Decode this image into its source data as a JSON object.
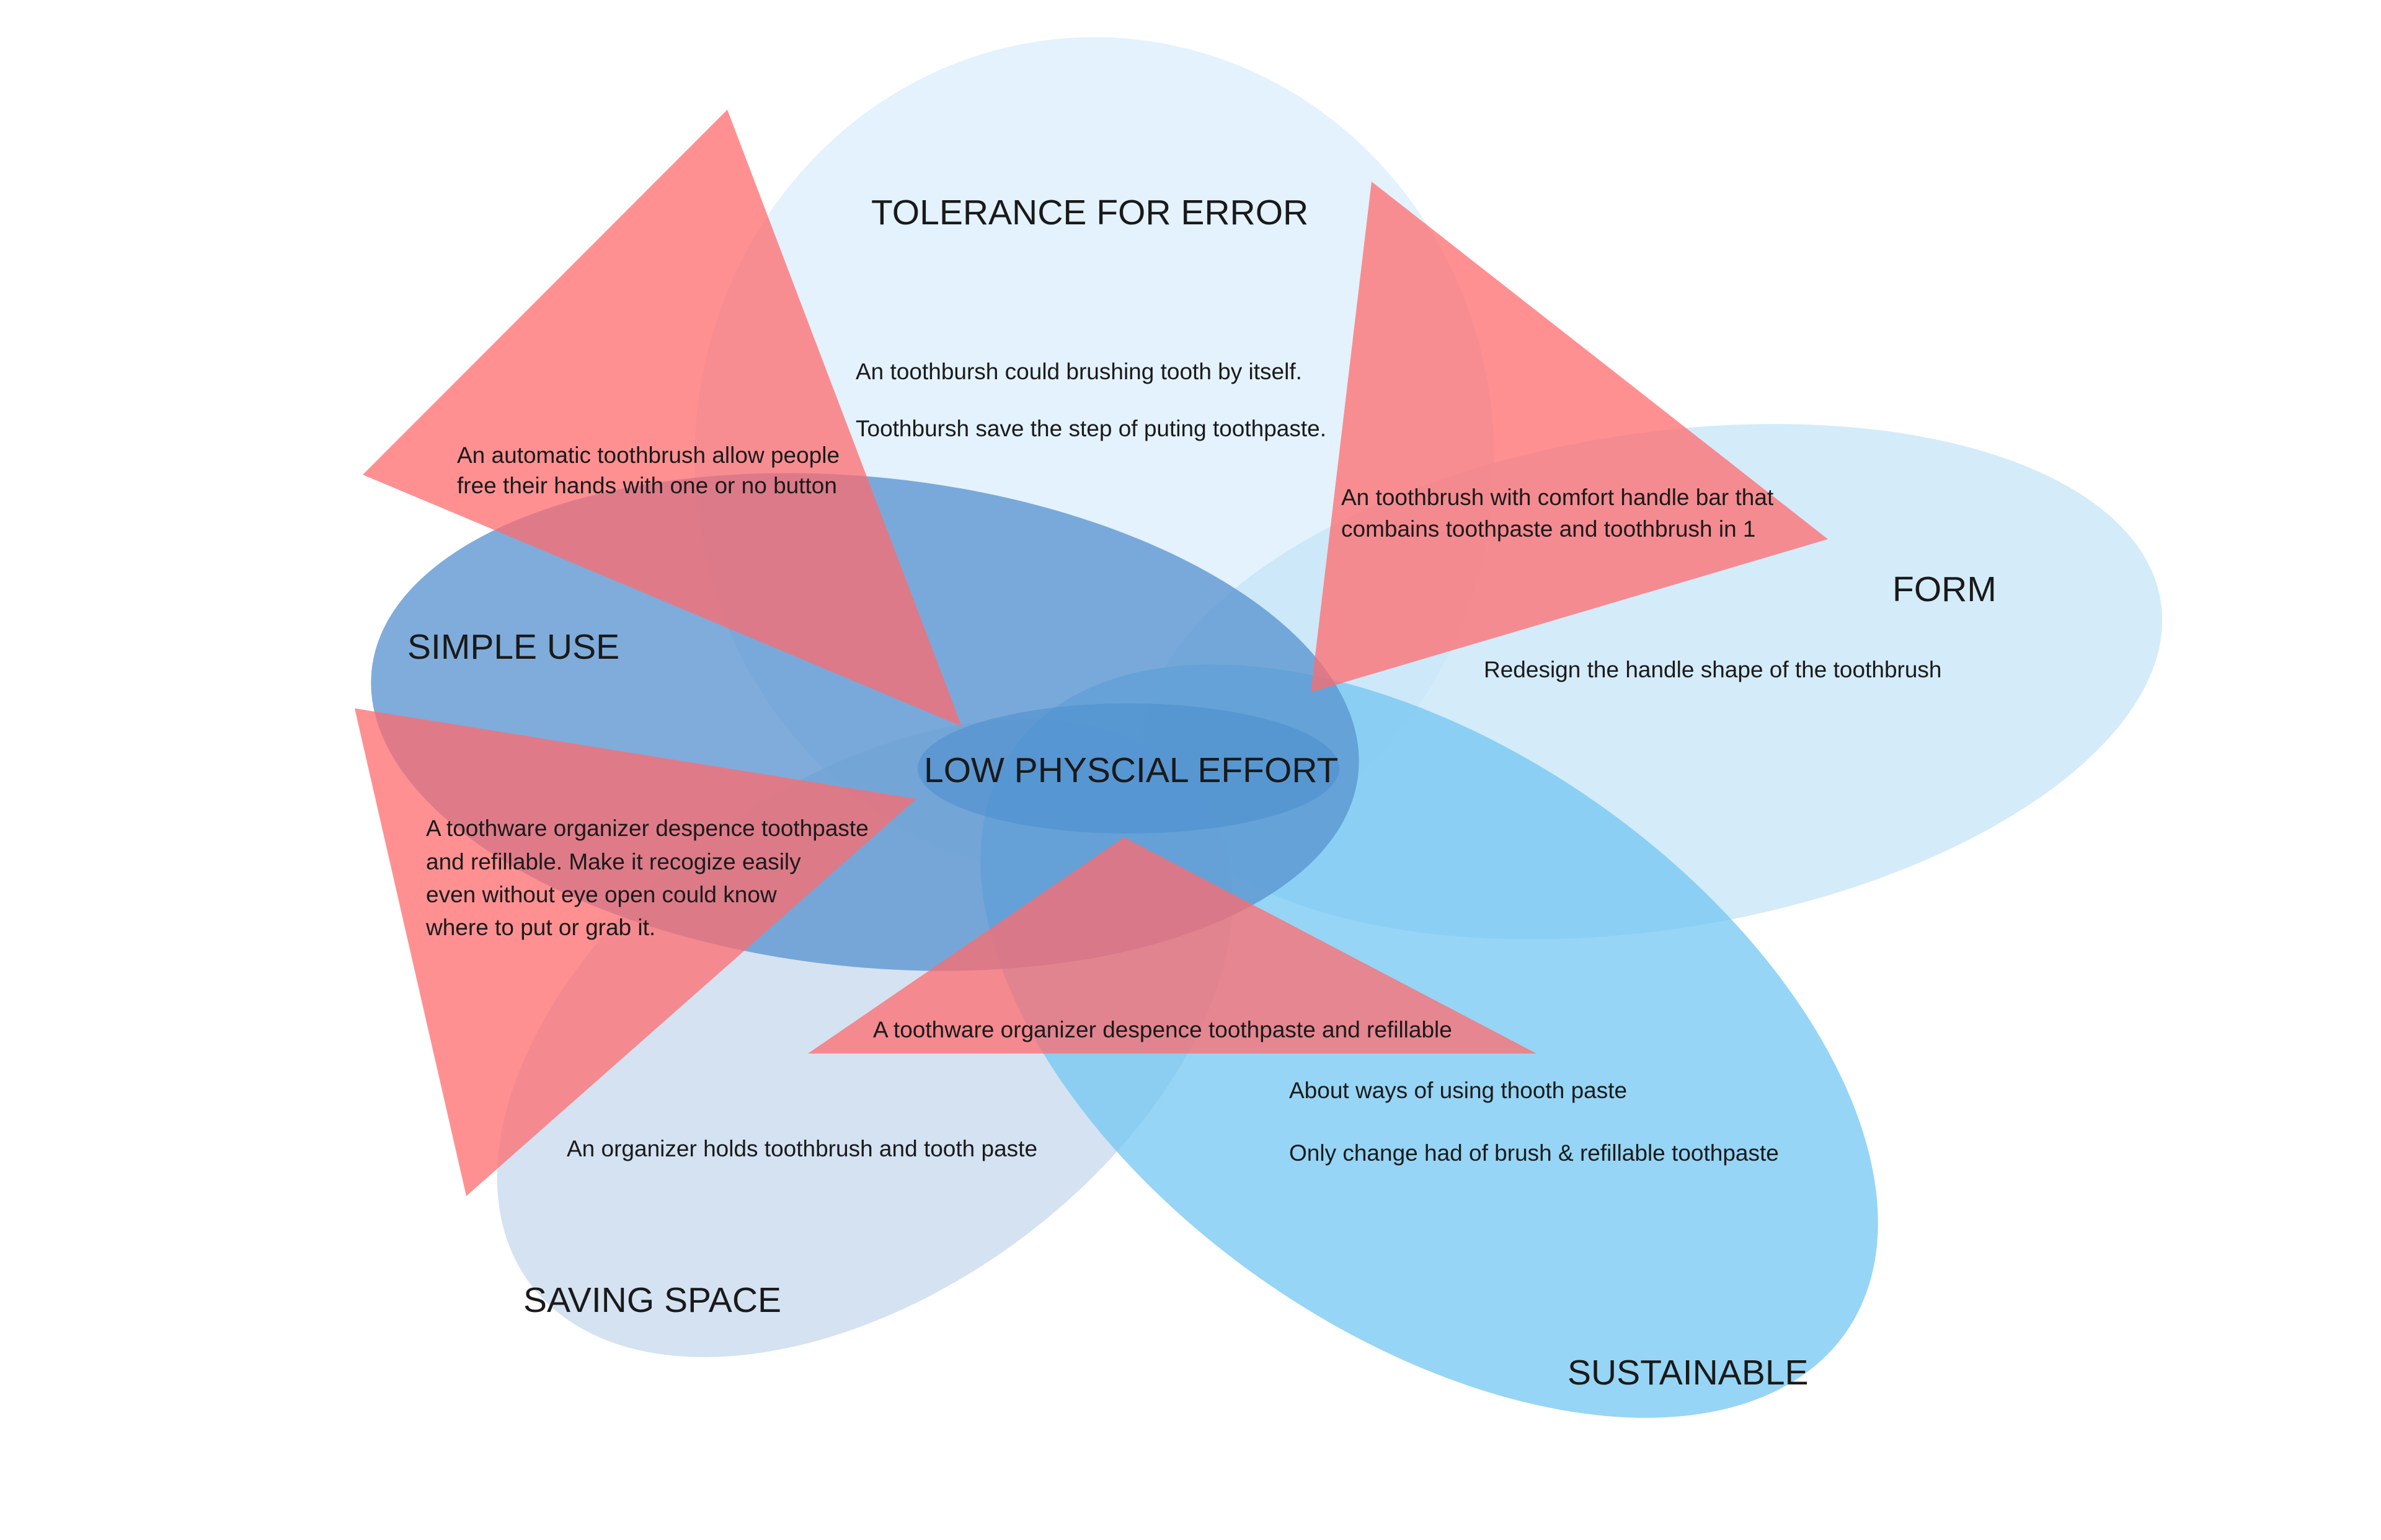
{
  "diagram": {
    "colors": {
      "tolerance_ellipse": "#d9eefb",
      "form_ellipse": "#c6e4f7",
      "simple_use_ellipse": "#5b95cf",
      "saving_space_ellipse": "#c5d8ee",
      "sustainable_ellipse": "#73c7f2",
      "center_ellipse": "#4a8ecd",
      "triangle": "#ff6b6e"
    },
    "categories": {
      "tolerance": "TOLERANCE FOR ERROR",
      "form": "FORM",
      "simple_use": "SIMPLE USE",
      "saving_space": "SAVING SPACE",
      "sustainable": "SUSTAINABLE",
      "center": "LOW PHYSCIAL EFFORT"
    },
    "notes": {
      "tolerance_1": "An toothbursh could brushing tooth by itself.",
      "tolerance_2": "Toothbursh save the step of puting toothpaste.",
      "automatic_1": "An automatic toothbrush allow people",
      "automatic_2": "free their hands with one or no button",
      "comfort_1": "An toothbrush with comfort handle bar that",
      "comfort_2": "combains toothpaste and toothbrush in 1",
      "form_1": "Redesign the handle shape of the toothbrush",
      "organizer_1": "A toothware organizer despence toothpaste",
      "organizer_2": "and refillable. Make it recogize easily",
      "organizer_3": "even without eye open could know",
      "organizer_4": "where to put or grab it.",
      "bottom_triangle": "A toothware organizer despence toothpaste and refillable",
      "sustainable_1": "About ways of using thooth paste",
      "sustainable_2": "Only change had of brush & refillable toothpaste",
      "saving_space_1": "An organizer holds toothbrush and tooth paste"
    }
  }
}
